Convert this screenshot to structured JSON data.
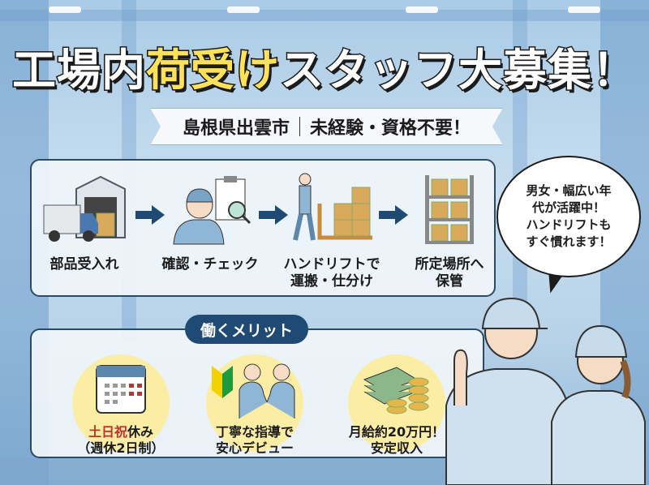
{
  "title": {
    "part1": "工場内",
    "highlight": "荷受け",
    "part2": "スタッフ大募集！"
  },
  "subtitle": {
    "location": "島根県出雲市",
    "requirements": "未経験・資格不要！"
  },
  "process": {
    "steps": [
      {
        "label": "部品受入れ",
        "icon": "truck-warehouse-icon"
      },
      {
        "label": "確認・チェック",
        "icon": "checklist-inspection-icon"
      },
      {
        "label": "ハンドリフトで",
        "label2": "運搬・仕分け",
        "icon": "hand-lift-icon"
      },
      {
        "label": "所定場所へ",
        "label2": "保管",
        "icon": "storage-shelf-icon"
      }
    ]
  },
  "merits": {
    "heading": "働くメリット",
    "items": [
      {
        "highlight": "土日祝",
        "label": "休み",
        "label2": "（週休2日制）",
        "icon": "calendar-icon"
      },
      {
        "label": "丁寧な指導で",
        "label2": "安心デビュー",
        "icon": "beginner-handshake-icon"
      },
      {
        "label": "月給約20万円！",
        "label2": "安定収入",
        "icon": "money-icon"
      }
    ]
  },
  "speech_bubble": {
    "lines": [
      "男女・幅広い年",
      "代が活躍中！",
      "ハンドリフトも",
      "すぐ慣れます！"
    ]
  },
  "colors": {
    "navy": "#1f4a74",
    "yellow": "#ffe25a",
    "red": "#c0312b",
    "pale_yellow": "#fbeea4"
  }
}
